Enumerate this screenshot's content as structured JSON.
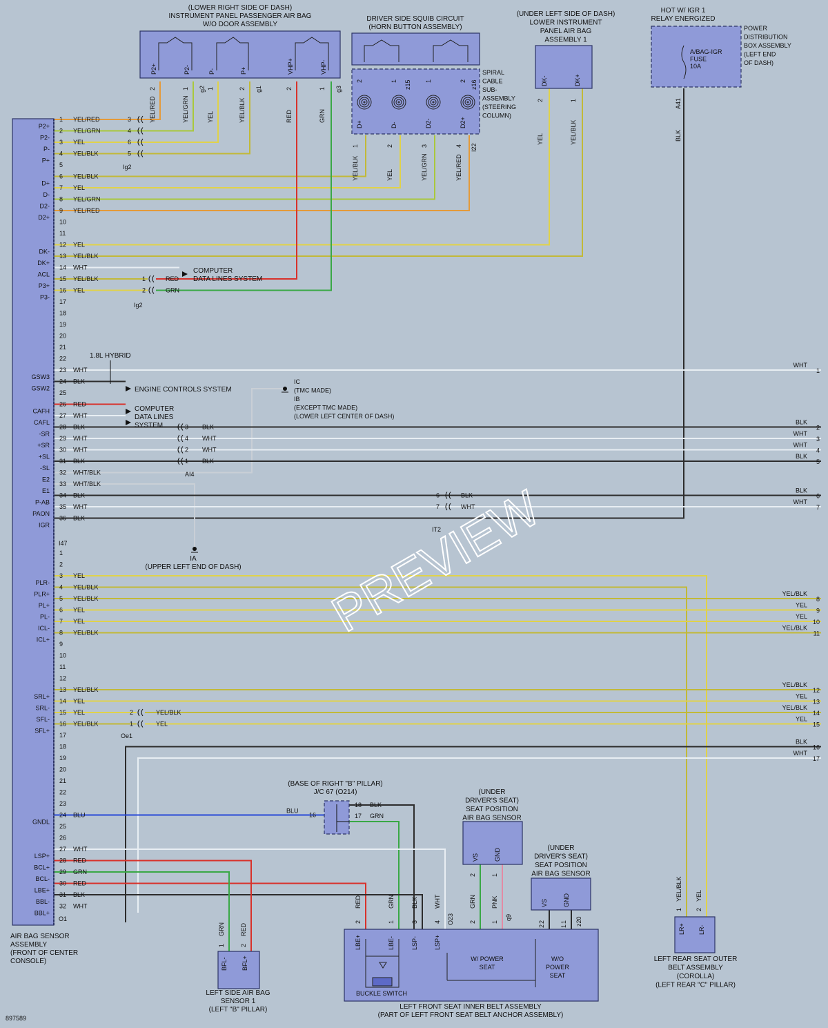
{
  "palette": {
    "background": "#b7c4d1",
    "component": "#8f9ad8",
    "YEL": "#e0d24a",
    "GRN": "#39a845",
    "RED": "#d8312a",
    "BLK": "#2c2c2c",
    "WHT": "#e8eef3",
    "BLU": "#2747d6",
    "PNK": "#e38aa3",
    "YEL/RED": "#e49a3a",
    "YEL/GRN": "#a9c83c",
    "YEL/BLK": "#c2b938",
    "WHT/BLK": "#c9cfd6"
  },
  "sensor": {
    "caption": [
      "AIR BAG SENSOR",
      "ASSEMBLY",
      "(FRONT OF CENTER",
      "CONSOLE)"
    ],
    "connector1": "I47",
    "connector2": "O1",
    "upper_pins": [
      {
        "n": "1",
        "sig": "P2+",
        "color": "YEL/RED"
      },
      {
        "n": "2",
        "sig": "P2-",
        "color": "YEL/GRN"
      },
      {
        "n": "3",
        "sig": "P-",
        "color": "YEL"
      },
      {
        "n": "4",
        "sig": "P+",
        "color": "YEL/BLK"
      },
      {
        "n": "5",
        "sig": "",
        "color": ""
      },
      {
        "n": "6",
        "sig": "D+",
        "color": "YEL/BLK"
      },
      {
        "n": "7",
        "sig": "D-",
        "color": "YEL"
      },
      {
        "n": "8",
        "sig": "D2-",
        "color": "YEL/GRN"
      },
      {
        "n": "9",
        "sig": "D2+",
        "color": "YEL/RED"
      },
      {
        "n": "10",
        "sig": "",
        "color": ""
      },
      {
        "n": "11",
        "sig": "",
        "color": ""
      },
      {
        "n": "12",
        "sig": "DK-",
        "color": "YEL"
      },
      {
        "n": "13",
        "sig": "DK+",
        "color": "YEL/BLK"
      },
      {
        "n": "14",
        "sig": "ACL",
        "color": "WHT"
      },
      {
        "n": "15",
        "sig": "P3+",
        "color": "YEL/BLK"
      },
      {
        "n": "16",
        "sig": "P3-",
        "color": "YEL"
      },
      {
        "n": "17",
        "sig": "",
        "color": ""
      },
      {
        "n": "18",
        "sig": "",
        "color": ""
      },
      {
        "n": "19",
        "sig": "",
        "color": ""
      },
      {
        "n": "20",
        "sig": "",
        "color": ""
      },
      {
        "n": "21",
        "sig": "",
        "color": ""
      },
      {
        "n": "22",
        "sig": "",
        "color": ""
      },
      {
        "n": "23",
        "sig": "GSW3",
        "color": "WHT"
      },
      {
        "n": "24",
        "sig": "GSW2",
        "color": "BLK"
      },
      {
        "n": "25",
        "sig": "",
        "color": ""
      },
      {
        "n": "26",
        "sig": "CAFH",
        "color": "RED"
      },
      {
        "n": "27",
        "sig": "CAFL",
        "color": "WHT"
      },
      {
        "n": "28",
        "sig": "-SR",
        "color": "BLK"
      },
      {
        "n": "29",
        "sig": "+SR",
        "color": "WHT"
      },
      {
        "n": "30",
        "sig": "+SL",
        "color": "WHT"
      },
      {
        "n": "31",
        "sig": "-SL",
        "color": "BLK"
      },
      {
        "n": "32",
        "sig": "E2",
        "color": "WHT/BLK"
      },
      {
        "n": "33",
        "sig": "E1",
        "color": "WHT/BLK"
      },
      {
        "n": "34",
        "sig": "P-AB",
        "color": "BLK"
      },
      {
        "n": "35",
        "sig": "PAON",
        "color": "WHT"
      },
      {
        "n": "36",
        "sig": "IGR",
        "color": "BLK"
      }
    ],
    "lower_pins": [
      {
        "n": "1",
        "sig": "",
        "color": ""
      },
      {
        "n": "2",
        "sig": "",
        "color": ""
      },
      {
        "n": "3",
        "sig": "PLR-",
        "color": "YEL"
      },
      {
        "n": "4",
        "sig": "PLR+",
        "color": "YEL/BLK"
      },
      {
        "n": "5",
        "sig": "PL+",
        "color": "YEL/BLK"
      },
      {
        "n": "6",
        "sig": "PL-",
        "color": "YEL"
      },
      {
        "n": "7",
        "sig": "ICL-",
        "color": "YEL"
      },
      {
        "n": "8",
        "sig": "ICL+",
        "color": "YEL/BLK"
      },
      {
        "n": "9",
        "sig": "",
        "color": ""
      },
      {
        "n": "10",
        "sig": "",
        "color": ""
      },
      {
        "n": "11",
        "sig": "",
        "color": ""
      },
      {
        "n": "12",
        "sig": "",
        "color": ""
      },
      {
        "n": "13",
        "sig": "SRL+",
        "color": "YEL/BLK"
      },
      {
        "n": "14",
        "sig": "SRL-",
        "color": "YEL"
      },
      {
        "n": "15",
        "sig": "SFL-",
        "color": "YEL"
      },
      {
        "n": "16",
        "sig": "SFL+",
        "color": "YEL/BLK"
      },
      {
        "n": "17",
        "sig": "",
        "color": ""
      },
      {
        "n": "18",
        "sig": "",
        "color": ""
      },
      {
        "n": "19",
        "sig": "",
        "color": ""
      },
      {
        "n": "20",
        "sig": "",
        "color": ""
      },
      {
        "n": "21",
        "sig": "",
        "color": ""
      },
      {
        "n": "22",
        "sig": "",
        "color": ""
      },
      {
        "n": "23",
        "sig": "",
        "color": ""
      },
      {
        "n": "24",
        "sig": "GNDL",
        "color": "BLU"
      },
      {
        "n": "25",
        "sig": "",
        "color": ""
      },
      {
        "n": "26",
        "sig": "",
        "color": ""
      },
      {
        "n": "27",
        "sig": "LSP+",
        "color": "WHT"
      },
      {
        "n": "28",
        "sig": "BCL+",
        "color": "RED"
      },
      {
        "n": "29",
        "sig": "BCL-",
        "color": "GRN"
      },
      {
        "n": "30",
        "sig": "LBE+",
        "color": "RED"
      },
      {
        "n": "31",
        "sig": "BBL-",
        "color": "BLK"
      },
      {
        "n": "32",
        "sig": "BBL+",
        "color": "WHT"
      }
    ]
  },
  "right_refs": [
    {
      "n": "1",
      "color": "WHT"
    },
    {
      "n": "2",
      "color": "BLK"
    },
    {
      "n": "3",
      "color": "WHT"
    },
    {
      "n": "4",
      "color": "WHT"
    },
    {
      "n": "5",
      "color": "BLK"
    },
    {
      "n": "6",
      "color": "BLK"
    },
    {
      "n": "7",
      "color": "WHT"
    },
    {
      "n": "8",
      "color": "YEL/BLK"
    },
    {
      "n": "9",
      "color": "YEL"
    },
    {
      "n": "10",
      "color": "YEL"
    },
    {
      "n": "11",
      "color": "YEL/BLK"
    },
    {
      "n": "12",
      "color": "YEL/BLK"
    },
    {
      "n": "13",
      "color": "YEL"
    },
    {
      "n": "14",
      "color": "YEL/BLK"
    },
    {
      "n": "15",
      "color": "YEL"
    },
    {
      "n": "16",
      "color": "BLK"
    },
    {
      "n": "17",
      "color": "WHT"
    }
  ],
  "passenger_bag": {
    "caption": [
      "(LOWER RIGHT SIDE OF DASH)",
      "INSTRUMENT PANEL PASSENGER AIR BAG",
      "W/O DOOR ASSEMBLY"
    ],
    "terminals": [
      "P2+",
      "P2-",
      "P-",
      "P+",
      "VHP+",
      "VHP-"
    ],
    "pins": [
      {
        "n": "2",
        "color": "YEL/RED"
      },
      {
        "n": "1",
        "color": "YEL/GRN"
      },
      {
        "n": "1",
        "color": "YEL"
      },
      {
        "n": "2",
        "color": "YEL/BLK"
      },
      {
        "n": "2",
        "color": "RED"
      },
      {
        "n": "1",
        "color": "GRN"
      }
    ],
    "connectors": [
      "g2",
      "g1",
      "g3"
    ],
    "junction_pins": [
      "3",
      "4",
      "6",
      "5"
    ],
    "junction": "Ig2"
  },
  "squib": {
    "caption": [
      "DRIVER SIDE SQUIB CIRCUIT",
      "(HORN BUTTON ASSEMBLY)"
    ],
    "spiral_caption": [
      "SPIRAL",
      "CABLE",
      "SUB-",
      "ASSEMBLY",
      "(STEERING",
      "COLUMN)"
    ],
    "top_pins": [
      "2",
      "1",
      "1",
      "2"
    ],
    "top_connectors": [
      "z15",
      "z16"
    ],
    "terminals": [
      "D+",
      "D-",
      "D2-",
      "D2+"
    ],
    "pins": [
      {
        "n": "1",
        "color": "YEL/BLK"
      },
      {
        "n": "2",
        "color": "YEL"
      },
      {
        "n": "3",
        "color": "YEL/GRN"
      },
      {
        "n": "4",
        "color": "YEL/RED"
      }
    ],
    "connector": "I22"
  },
  "knee_bag": {
    "caption": [
      "(UNDER LEFT SIDE OF DASH)",
      "LOWER INSTRUMENT",
      "PANEL AIR BAG",
      "ASSEMBLY 1"
    ],
    "terminals": [
      "DK-",
      "DK+"
    ],
    "pins": [
      {
        "n": "2",
        "color": "YEL"
      },
      {
        "n": "1",
        "color": "YEL/BLK"
      }
    ]
  },
  "fuse_box": {
    "caption_top": [
      "HOT W/ IGR 1",
      "RELAY ENERGIZED"
    ],
    "fuse_label": [
      "A/BAG-IGR",
      "FUSE",
      "10A"
    ],
    "caption_side": [
      "POWER",
      "DISTRIBUTION",
      "BOX ASSEMBLY",
      "(LEFT END",
      "OF DASH)"
    ],
    "pin": "A41",
    "color": "BLK"
  },
  "p3_wires": {
    "pin1": "1",
    "pin2": "2",
    "c1": "RED",
    "c2": "GRN",
    "junction": "Ig2"
  },
  "computer_data1": [
    "COMPUTER",
    "DATA LINES SYSTEM"
  ],
  "hybrid": "1.8L HYBRID",
  "engine_controls": "ENGINE CONTROLS SYSTEM",
  "computer_data2": [
    "COMPUTER",
    "DATA LINES",
    "SYSTEM"
  ],
  "ground_ic": [
    "IC",
    "(TMC MADE)",
    "IB",
    "(EXCEPT TMC MADE)",
    "(LOWER LEFT CENTER OF DASH)"
  ],
  "ai4": {
    "pins": [
      "3",
      "4",
      "2",
      "1"
    ],
    "colors": [
      "BLK",
      "WHT",
      "WHT",
      "BLK"
    ],
    "connector": "AI4"
  },
  "it2": {
    "pins": [
      "6",
      "7"
    ],
    "colors": [
      "BLK",
      "WHT"
    ],
    "connector": "IT2"
  },
  "ground_ia": [
    "IA",
    "(UPPER LEFT END OF DASH)"
  ],
  "oe1": {
    "pins": [
      "2",
      "1"
    ],
    "colors": [
      "YEL/BLK",
      "YEL"
    ],
    "connector": "Oe1"
  },
  "jc67": {
    "caption": [
      "(BASE OF RIGHT \"B\" PILLAR)",
      "J/C 67 (O214)"
    ],
    "in_pin": "16",
    "in_color": "BLU",
    "out": [
      {
        "n": "18",
        "color": "BLK"
      },
      {
        "n": "17",
        "color": "GRN"
      }
    ]
  },
  "seat_sensor1": {
    "caption": [
      "(UNDER",
      "DRIVER'S SEAT)",
      "SEAT POSITION",
      "AIR BAG SENSOR"
    ],
    "terminals": [
      "VS",
      "GND"
    ],
    "pins": [
      {
        "n": "2",
        "color": "GRN"
      },
      {
        "n": "1",
        "color": "PNK"
      }
    ],
    "connector": "q9"
  },
  "seat_sensor2": {
    "caption": [
      "(UNDER",
      "DRIVER'S SEAT)",
      "SEAT POSITION",
      "AIR BAG SENSOR"
    ],
    "terminals": [
      "VS",
      "GND"
    ],
    "pins": [
      "2",
      "1"
    ],
    "connector": "z20"
  },
  "side_bag": {
    "caption": [
      "LEFT SIDE AIR BAG",
      "SENSOR 1",
      "(LEFT \"B\" PILLAR)"
    ],
    "terminals": [
      "BFL-",
      "BFL+"
    ],
    "pins": [
      {
        "n": "1",
        "color": "GRN"
      },
      {
        "n": "2",
        "color": "RED"
      }
    ]
  },
  "belt": {
    "caption": [
      "LEFT FRONT SEAT INNER BELT ASSEMBLY",
      "(PART OF LEFT FRONT SEAT BELT ANCHOR ASSEMBLY)"
    ],
    "terminals": [
      "LBE+",
      "LBE-",
      "LSP-",
      "LSP+"
    ],
    "pins": [
      {
        "n": "2",
        "color": "RED"
      },
      {
        "n": "1",
        "color": "GRN"
      },
      {
        "n": "3",
        "color": "BLK"
      },
      {
        "n": "4",
        "color": "WHT"
      },
      {
        "n": "2",
        "color": "GRN"
      },
      {
        "n": "1",
        "color": "PNK"
      },
      {
        "n": "2",
        "color": ""
      },
      {
        "n": "1",
        "color": ""
      }
    ],
    "connector": "O23",
    "switch": "BUCKLE SWITCH",
    "w_power": [
      "W/ POWER",
      "SEAT"
    ],
    "wo_power": [
      "W/O",
      "POWER",
      "SEAT"
    ]
  },
  "rear_belt": {
    "caption": [
      "LEFT REAR SEAT OUTER",
      "BELT ASSEMBLY",
      "(COROLLA)",
      "(LEFT REAR \"C\" PILLAR)"
    ],
    "terminals": [
      "LR+",
      "LR-"
    ],
    "pins": [
      {
        "n": "1",
        "color": "YEL/BLK"
      },
      {
        "n": "2",
        "color": "YEL"
      }
    ]
  },
  "figure_id": "897589",
  "watermark": "PREVIEW"
}
